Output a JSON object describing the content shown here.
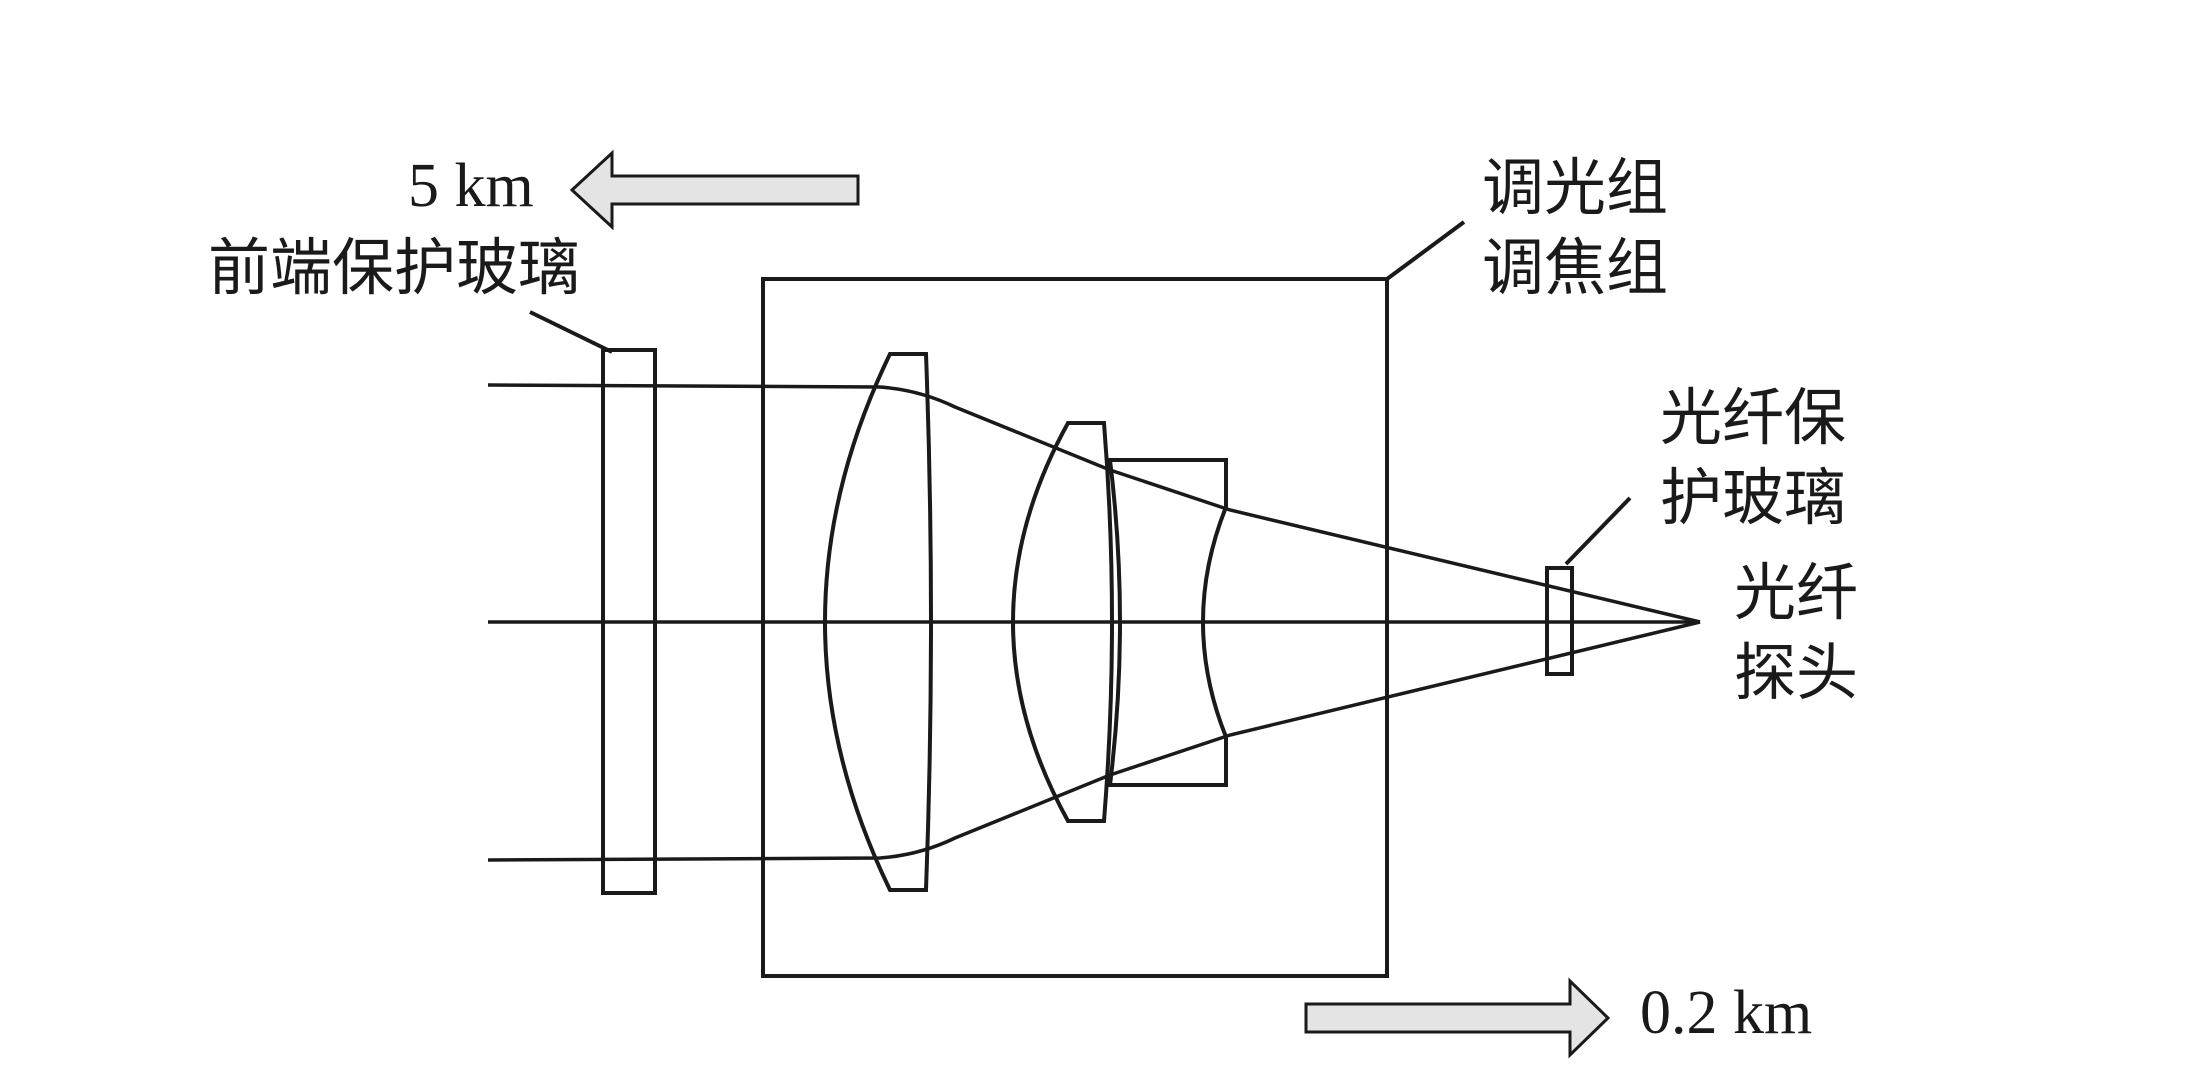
{
  "labels": {
    "distance_far": "5 km",
    "front_glass": "前端保护玻璃",
    "group_line1": "调光组",
    "group_line2": "调焦组",
    "fiber_glass_line1": "光纤保",
    "fiber_glass_line2": "护玻璃",
    "probe_line1": "光纤",
    "probe_line2": "探头",
    "distance_near": "0.2 km"
  },
  "colors": {
    "line": "#1a1a1a",
    "arrow_fill": "#e4e4e4",
    "background": "#ffffff"
  }
}
